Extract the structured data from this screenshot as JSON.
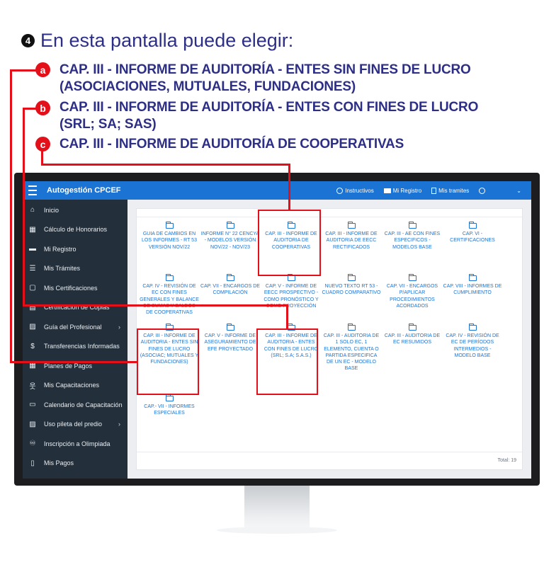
{
  "instructions": {
    "step_number": "4",
    "heading": "En esta pantalla puede elegir:",
    "options": [
      {
        "badge": "a",
        "text": "CAP. III - INFORME DE AUDITORÍA - ENTES SIN FINES DE LUCRO (ASOCIACIONES, MUTUALES, FUNDACIONES)"
      },
      {
        "badge": "b",
        "text": "CAP. III - INFORME DE AUDITORÍA - ENTES CON FINES DE LUCRO (SRL; SA; SAS)"
      },
      {
        "badge": "c",
        "text": "CAP. III - INFORME DE AUDITORÍA DE COOPERATIVAS"
      }
    ]
  },
  "app": {
    "title": "Autogestión CPCEF",
    "topbar": {
      "instructivos": "Instructivos",
      "mi_registro": "Mi Registro",
      "mis_tramites": "Mis tramites",
      "dropdown": "⌄"
    },
    "sidebar": [
      {
        "label": "Inicio",
        "icon": "home-icon",
        "glyph": "⌂",
        "chevron": ""
      },
      {
        "label": "Cálculo de Honorarios",
        "icon": "calculator-icon",
        "glyph": "▦",
        "chevron": ""
      },
      {
        "label": "Mi Registro",
        "icon": "id-card-icon",
        "glyph": "▬",
        "chevron": ""
      },
      {
        "label": "Mis Trámites",
        "icon": "list-check-icon",
        "glyph": "☰",
        "chevron": ""
      },
      {
        "label": "Mis Certificaciones",
        "icon": "certificate-icon",
        "glyph": "▢",
        "chevron": ""
      },
      {
        "label": "Certificación de Copias",
        "icon": "copy-icon",
        "glyph": "▤",
        "chevron": ""
      },
      {
        "label": "Guía del Profesional",
        "icon": "image-icon",
        "glyph": "▨",
        "chevron": "›"
      },
      {
        "label": "Transferencias Informadas",
        "icon": "dollar-icon",
        "glyph": "$",
        "chevron": ""
      },
      {
        "label": "Planes de Pagos",
        "icon": "grid-icon",
        "glyph": "▦",
        "chevron": ""
      },
      {
        "label": "Mis Capacitaciones",
        "icon": "person-icon",
        "glyph": "웃",
        "chevron": ""
      },
      {
        "label": "Calendario de Capacitación",
        "icon": "calendar-icon",
        "glyph": "▭",
        "chevron": ""
      },
      {
        "label": "Uso pileta del predio",
        "icon": "picture-icon",
        "glyph": "▨",
        "chevron": "›"
      },
      {
        "label": "Inscripción a Olimpiada",
        "icon": "bicycle-icon",
        "glyph": "♾",
        "chevron": ""
      },
      {
        "label": "Mis Pagos",
        "icon": "file-icon",
        "glyph": "▯",
        "chevron": ""
      }
    ],
    "cards": [
      "GUIA DE CAMBIOS EN LOS INFORMES - RT 53 VERSIÓN NOV/22",
      "INFORME N° 22 CENCYA - MODELOS VERSIÓN NOV/22 - NOV/23",
      "CAP. III - INFORME DE AUDITORIA DE COOPERATIVAS",
      "CAP. III - INFORME DE AUDITORIA DE EECC RECTIFICADOS",
      "CAP. III - AE CON FINES ESPECIFICOS - MODELOS BASE",
      "CAP. VI - CERTIFICACIONES",
      "CAP. IV - REVISIÓN DE EC CON FINES GENERALES Y BALANCE DE SUMAS Y SALDOS DE COOPERATIVAS",
      "CAP. VII - ENCARGOS DE COMPILACIÓN",
      "CAP. V - INFORME DE EECC PROSPECTIVO - COMO PRONÓSTICO Y COMO PROYECCIÓN",
      "NUEVO TEXTO RT 53 - CUADRO COMPARATIVO",
      "CAP. VII - ENCARGOS P/APLICAR PROCEDIMIENTOS ACORDADOS",
      "CAP. VIII - INFORMES DE CUMPLIMIENTO",
      "CAP. III - INFORME DE AUDITORIA - ENTES SIN FINES DE LUCRO (ASOCIAC; MUTUALES Y FUNDACIONES)",
      "CAP. V - INFORME DE ASEGURAMIENTO DE EFE PROYECTADO",
      "CAP. III - INFORME DE AUDITORIA - ENTES CON FINES DE LUCRO (SRL; S.A; S.A.S.)",
      "CAP. III - AUDITORIA DE 1 SOLO EC, 1 ELEMENTO, CUENTA O PARTIDA ESPECIFICA DE UN EC - MODELO BASE",
      "CAP. III - AUDITORIA DE EC RESUMIDOS",
      "CAP. IV - REVISIÓN DE EC DE PERÍODOS INTERMEDIOS - MODELO BASE",
      "CAP.- VII - INFORMES ESPECIALES"
    ],
    "total": "Total: 19",
    "colors": {
      "topbar": "#1b73d3",
      "sidebar": "#23303c",
      "highlight": "#e3101a",
      "heading": "#2d2f86"
    }
  }
}
